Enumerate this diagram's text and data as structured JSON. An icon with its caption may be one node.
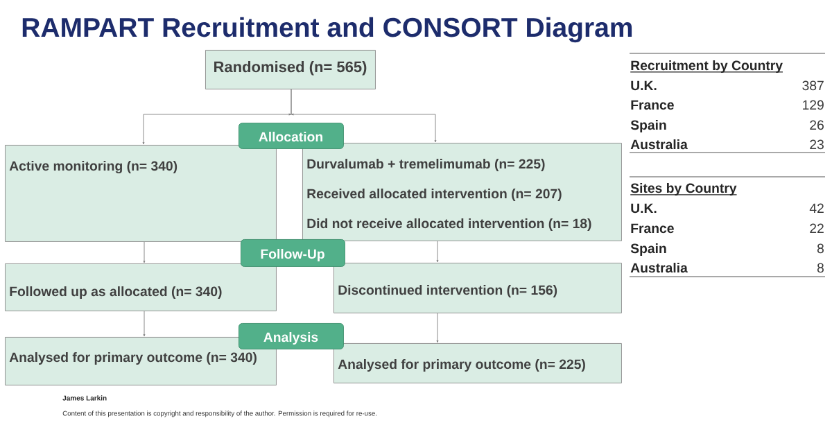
{
  "diagram": {
    "title": "RAMPART Recruitment and CONSORT Diagram",
    "nodes": [
      {
        "text": [
          "Randomised (n= 565)"
        ]
      },
      {
        "text": [
          "Allocation"
        ]
      },
      {
        "text": [
          "Active monitoring (n= 340)"
        ]
      },
      {
        "text": [
          "Durvalumab + tremelimumab (n= 225)",
          "Received allocated intervention (n= 207)",
          "Did not receive allocated intervention (n= 18)"
        ]
      },
      {
        "text": [
          "Follow-Up"
        ]
      },
      {
        "text": [
          "Followed up as allocated (n= 340)"
        ]
      },
      {
        "text": [
          "Discontinued intervention (n= 156)"
        ]
      },
      {
        "text": [
          "Analysis"
        ]
      },
      {
        "text": [
          "Analysed for primary outcome (n= 340)"
        ]
      },
      {
        "text": [
          "Analysed for primary outcome (n= 225)"
        ]
      }
    ],
    "edges": [
      {
        "from": 0,
        "to": 2,
        "arrow": "to"
      },
      {
        "from": 0,
        "to": 3,
        "arrow": "to"
      },
      {
        "from": 2,
        "to": 5,
        "arrow": "to"
      },
      {
        "from": 3,
        "to": 6,
        "arrow": "to"
      },
      {
        "from": 5,
        "to": 8,
        "arrow": "to"
      },
      {
        "from": 6,
        "to": 9,
        "arrow": "to"
      }
    ],
    "labels": [
      "Recruitment by Country",
      "U.K.",
      "387",
      "France",
      "129",
      "Spain",
      "26",
      "Australia",
      "23",
      "Sites by Country",
      "U.K.",
      "42",
      "France",
      "22",
      "Spain",
      "8",
      "Australia",
      "8",
      "James Larkin",
      "Content of this presentation is copyright and responsibility of the author. Permission is required for re-use."
    ]
  }
}
